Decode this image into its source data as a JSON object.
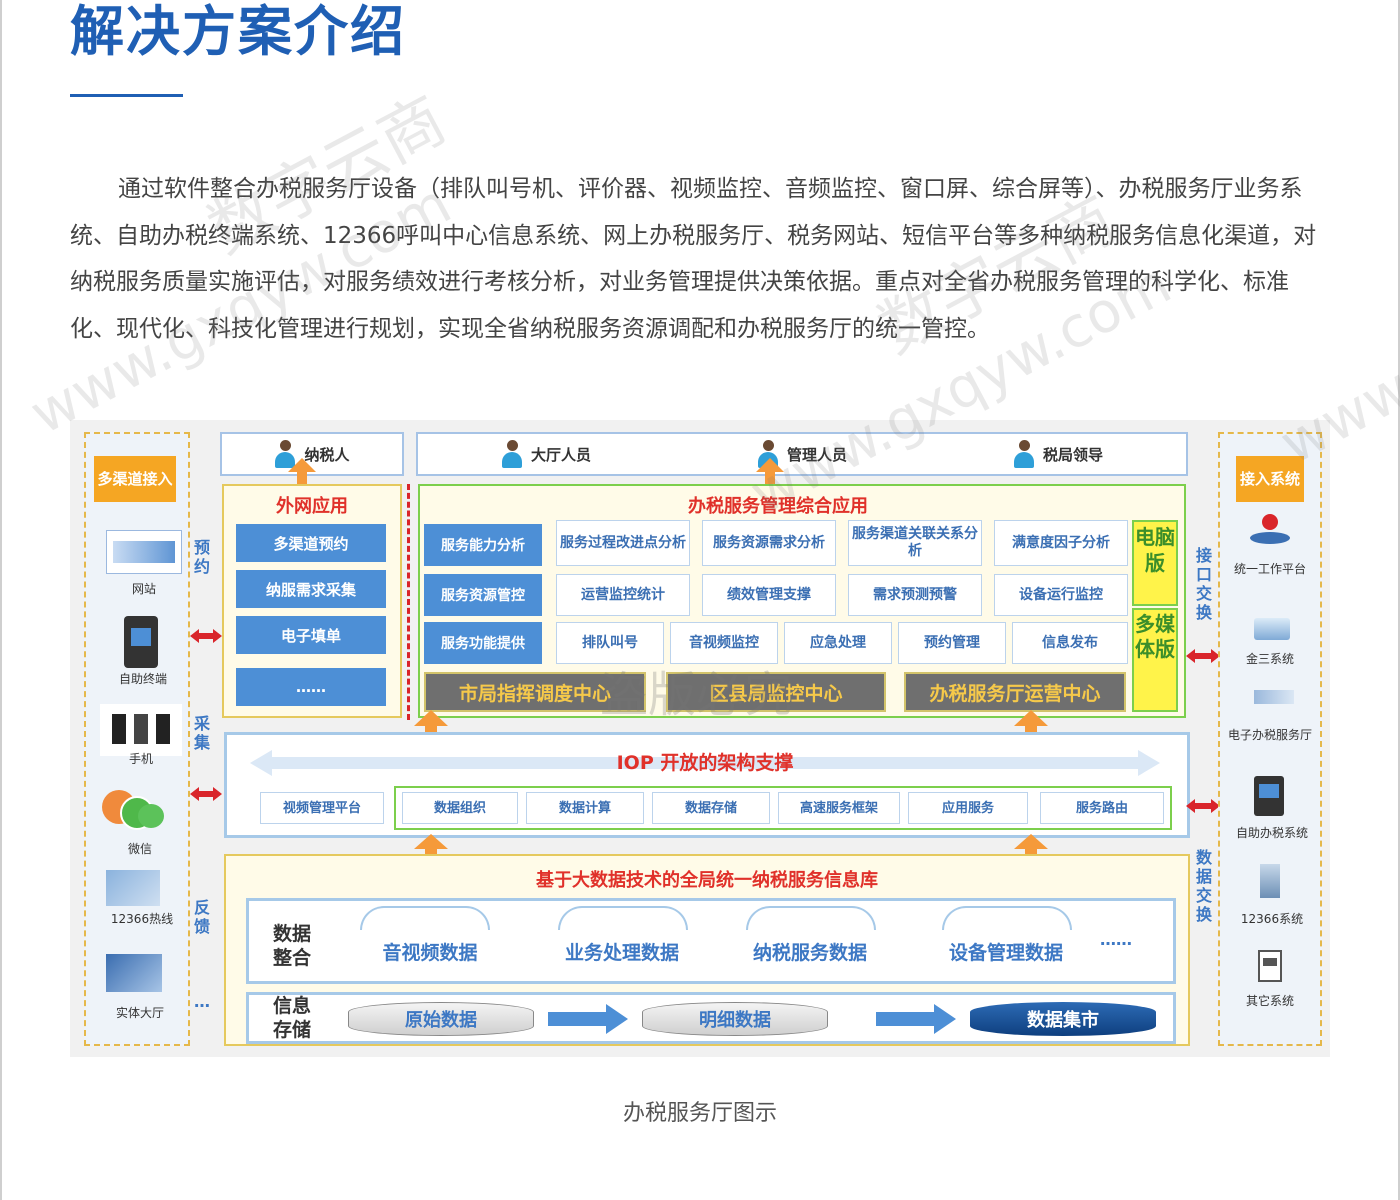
{
  "page": {
    "title": "解决方案介绍",
    "intro": "通过软件整合办税服务厅设备（排队叫号机、评价器、视频监控、音频监控、窗口屏、综合屏等）、办税服务厅业务系统、自助办税终端系统、12366呼叫中心信息系统、网上办税服务厅、税务网站、短信平台等多种纳税服务信息化渠道，对纳税服务质量实施评估，对服务绩效进行考核分析，对业务管理提供决策依据。重点对全省办税服务管理的科学化、标准化、现代化、科技化管理进行规划，实现全省纳税服务资源调配和办税服务厅的统一管控。",
    "caption": "办税服务厅图示"
  },
  "watermarks": {
    "brand": "数字云商",
    "url": "www.gxqyw.com",
    "stamp": "盗版必究"
  },
  "diagram": {
    "left_panel": {
      "title": "多渠道接入",
      "items": [
        "网站",
        "自助终端",
        "手机",
        "微信",
        "12366热线",
        "实体大厅"
      ],
      "more": "…",
      "side_labels": [
        "预约",
        "采集",
        "反馈"
      ]
    },
    "right_panel": {
      "title": "接入系统",
      "items": [
        "统一工作平台",
        "金三系统",
        "电子办税服务厅",
        "自助办税系统",
        "12366系统",
        "其它系统"
      ],
      "side_labels": [
        "接口交换",
        "数据交换"
      ]
    },
    "users": {
      "left": "纳税人",
      "right": [
        "大厅人员",
        "管理人员",
        "税局领导"
      ]
    },
    "external_app": {
      "title": "外网应用",
      "items": [
        "多渠道预约",
        "纳服需求采集",
        "电子填单",
        "……"
      ]
    },
    "management_app": {
      "title": "办税服务管理综合应用",
      "rows": [
        [
          "服务能力分析",
          "服务过程改进点分析",
          "服务资源需求分析",
          "服务渠道关联关系分析",
          "满意度因子分析"
        ],
        [
          "服务资源管控",
          "运营监控统计",
          "绩效管理支撑",
          "需求预测预警",
          "设备运行监控"
        ],
        [
          "服务功能提供",
          "排队叫号",
          "音视频监控",
          "应急处理",
          "预约管理",
          "信息发布"
        ]
      ],
      "side_tags": [
        "电脑版",
        "多媒体版"
      ],
      "centers": [
        "市局指挥调度中心",
        "区县局监控中心",
        "办税服务厅运营中心"
      ]
    },
    "iop": {
      "title": "IOP 开放的架构支撑",
      "items": [
        "视频管理平台",
        "数据组织",
        "数据计算",
        "数据存储",
        "高速服务框架",
        "应用服务",
        "服务路由"
      ]
    },
    "database": {
      "title": "基于大数据技术的全局统一纳税服务信息库",
      "integration_label": "数据整合",
      "integration_items": [
        "音视频数据",
        "业务处理数据",
        "纳税服务数据",
        "设备管理数据",
        "……"
      ],
      "storage_label": "信息存储",
      "storage_items": [
        "原始数据",
        "明细数据",
        "数据集市"
      ]
    }
  },
  "colors": {
    "title_blue": "#1f5fb4",
    "diagram_blue": "#3d78c4",
    "orange": "#f5a623",
    "red": "#d9252b",
    "green_border": "#7ccf4c"
  }
}
